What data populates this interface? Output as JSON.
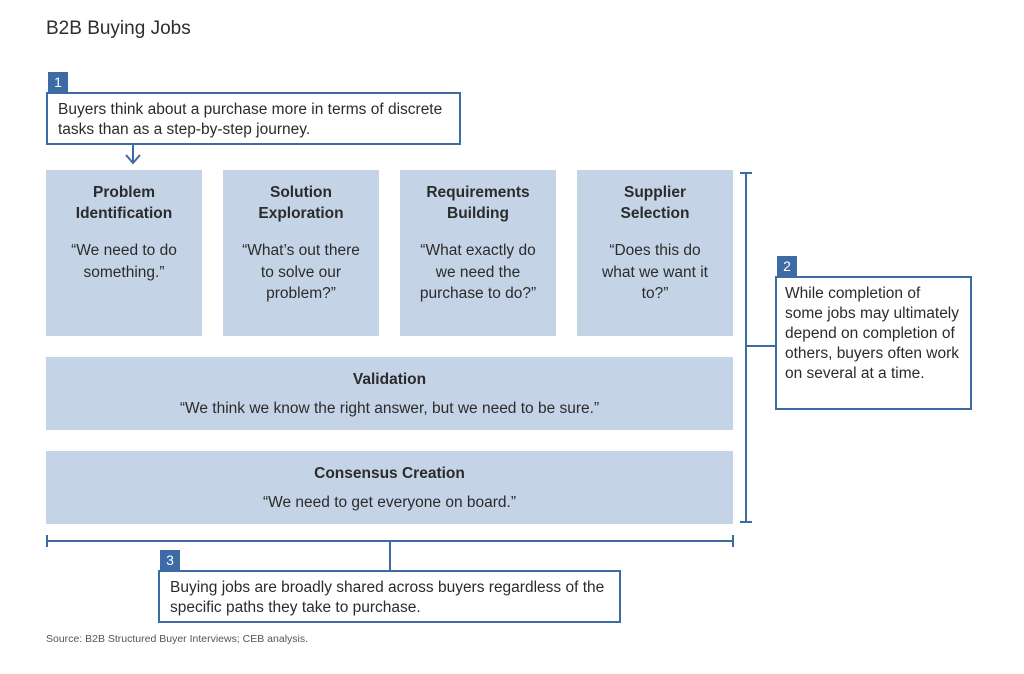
{
  "title": "B2B Buying Jobs",
  "callouts": [
    {
      "number": "1",
      "text": "Buyers think about a purchase more in terms of discrete tasks than as a step-by-step journey."
    },
    {
      "number": "2",
      "text": "While completion of some jobs may ultimately depend on completion of others, buyers often work on several at a time."
    },
    {
      "number": "3",
      "text": "Buying jobs are broadly shared across buyers regardless of the specific paths they take to purchase."
    }
  ],
  "jobs": [
    {
      "title": "Problem Identification",
      "quote": "“We need to do something.”"
    },
    {
      "title": "Solution Exploration",
      "quote": "“What’s out there to solve our problem?”"
    },
    {
      "title": "Requirements Building",
      "quote": "“What exactly do we need the purchase to do?”"
    },
    {
      "title": "Supplier Selection",
      "quote": "“Does this do what we want it to?”"
    },
    {
      "title": "Validation",
      "quote": "“We think we know the right answer, but we need to be sure.”"
    },
    {
      "title": "Consensus Creation",
      "quote": "“We need to get everyone on board.”"
    }
  ],
  "source": "Source: B2B Structured Buyer Interviews; CEB analysis.",
  "colors": {
    "accent": "#3e6aa6",
    "box_fill": "#c5d3e7"
  }
}
